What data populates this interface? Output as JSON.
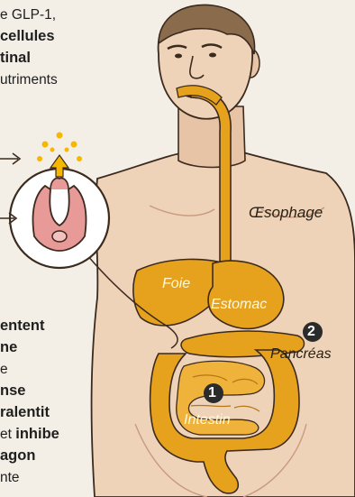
{
  "text_top": {
    "line1": "e GLP-1,",
    "line2": "cellules",
    "line3": "tinal",
    "line4": "utriments"
  },
  "text_bottom": {
    "line1_bold": "entent",
    "line2_bold": "ne",
    "line3": "e",
    "line4_bold": "nse",
    "line5_bold": "ralentit",
    "line6_regular": "et",
    "line6_bold": "inhibe",
    "line7_bold": "agon",
    "line8": "nte"
  },
  "labels": {
    "oesophage": "Œsophage",
    "foie": "Foie",
    "estomac": "Estomac",
    "pancreas": "Pancréas",
    "intestin": "Intestin"
  },
  "markers": {
    "intestin_num": "1",
    "pancreas_num": "2"
  },
  "colors": {
    "skin": "#efd3b8",
    "skin_shadow": "#d6a58a",
    "organ": "#e6a21d",
    "organ_dark": "#b77612",
    "cell_pink": "#e79a98",
    "outline": "#3b2a1e",
    "background": "#f3efe6"
  }
}
